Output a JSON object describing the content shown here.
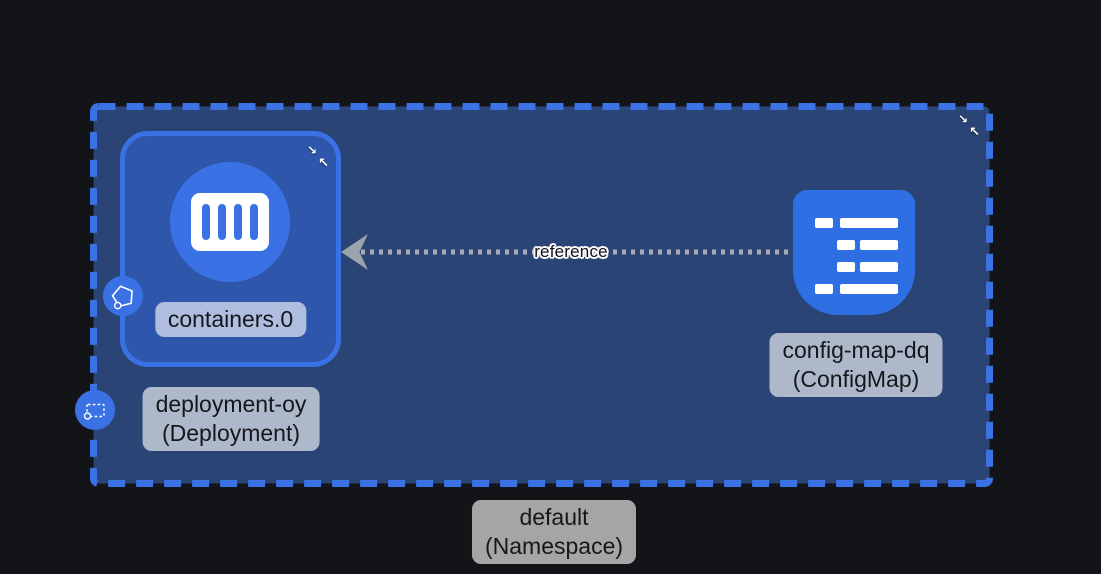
{
  "nodes": {
    "namespace": {
      "name": "default",
      "kind": "(Namespace)"
    },
    "deployment": {
      "name": "deployment-oy",
      "kind": "(Deployment)"
    },
    "container": {
      "label": "containers.0"
    },
    "configmap": {
      "name": "config-map-dq",
      "kind": "(ConfigMap)"
    }
  },
  "edge": {
    "label": "reference",
    "style": "dotted-arrow",
    "direction": "configmap-to-container"
  },
  "icons": {
    "collapse_se": "↘",
    "collapse_nw": "↖",
    "pod_badge": "pentagon-icon",
    "deployment_badge": "dashed-rectangle-icon",
    "container_icon": "container-bars-icon",
    "configmap_icon": "config-list-icon"
  },
  "colors": {
    "background": "#131417",
    "namespace_fill": "#2a4476",
    "accent_blue": "#3a72e6",
    "node_fill": "#2e56ab",
    "configmap_blue": "#2f6fe4",
    "label_bg": "rgba(255,255,255,0.62)",
    "label_text": "#15171b",
    "edge_gray": "#a6abb4",
    "arrowhead_gray": "#9aa2ac",
    "icon_white": "#ffffff"
  }
}
